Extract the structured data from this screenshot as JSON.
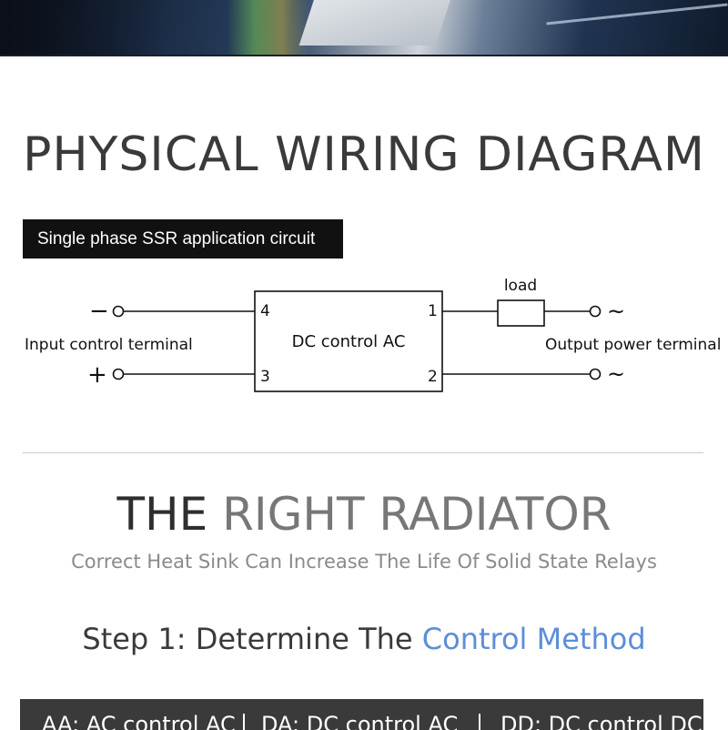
{
  "heading_main": "PHYSICAL WIRING DIAGRAM",
  "section_tag": "Single phase SSR application circuit",
  "diagram": {
    "input_minus": "−",
    "input_plus": "+",
    "input_label": "Input control terminal",
    "box_label": "DC control AC",
    "pin_4": "4",
    "pin_3": "3",
    "pin_1": "1",
    "pin_2": "2",
    "load_label": "load",
    "output_label": "Output power terminal",
    "ac_symbol_top": "~",
    "ac_symbol_bottom": "~"
  },
  "radiator": {
    "title_dark": "THE ",
    "title_grey": "RIGHT RADIATOR",
    "subtitle": "Correct Heat Sink Can Increase The Life Of Solid State Relays"
  },
  "step": {
    "prefix": "Step 1: Determine The ",
    "highlight": "Control Method"
  },
  "control_methods": [
    "AA: AC control AC",
    "DA: DC control AC",
    "DD: DC control DC"
  ],
  "colors": {
    "heading": "#3a3a3a",
    "tag_bg": "#111111",
    "highlight_blue": "#5b8fd6",
    "bar_bg": "#3a3a3a"
  }
}
